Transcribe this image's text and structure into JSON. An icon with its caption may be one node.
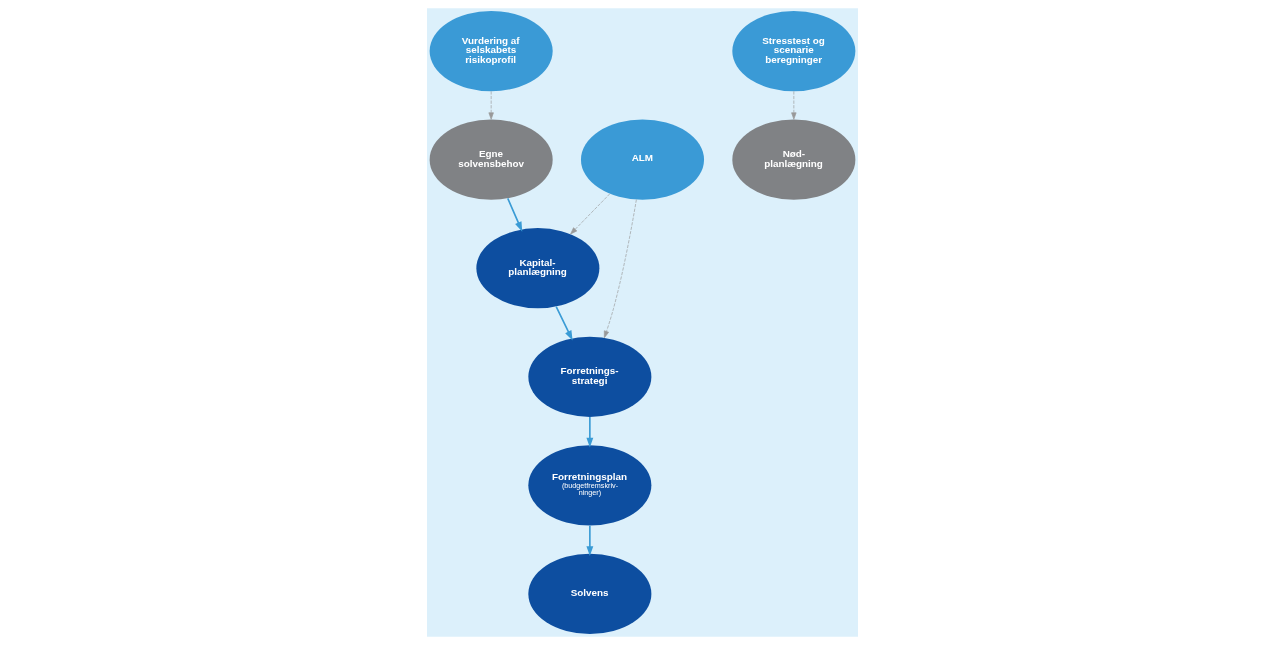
{
  "diagram": {
    "nodes": [
      {
        "text": [
          "Forretningsplan",
          "(budgetfremskriv- ninger)"
        ]
      },
      {
        "text": [
          "Forretnings- strategi"
        ]
      },
      {
        "text": [
          "Solvens"
        ]
      },
      {
        "text": [
          "Egne solvensbehov"
        ]
      },
      {
        "text": [
          "Vurdering af selskabets risikoprofil"
        ]
      },
      {
        "text": [
          "Kapital- planlægning"
        ]
      },
      {
        "text": [
          "Nød- planlægning"
        ]
      },
      {
        "text": [
          "ALM"
        ]
      },
      {
        "text": [
          "Stresstest og scenarie beregninger"
        ]
      }
    ],
    "edges": [
      {
        "from": 1,
        "to": 0,
        "arrow": "to"
      },
      {
        "from": 0,
        "to": 2,
        "arrow": "to"
      },
      {
        "from": 4,
        "to": 3,
        "arrow": "to",
        "style": "dashed",
        "color": "#999999"
      },
      {
        "from": 3,
        "to": 5,
        "arrow": "to"
      },
      {
        "from": 5,
        "to": 1,
        "arrow": "to"
      },
      {
        "from": 7,
        "to": 1,
        "arrow": "to",
        "style": "dashed",
        "color": "#999999"
      },
      {
        "from": 7,
        "to": 5,
        "arrow": "to",
        "style": "dashed",
        "color": "#999999"
      },
      {
        "from": 8,
        "to": 6,
        "arrow": "to",
        "style": "dashed",
        "color": "#999999"
      }
    ]
  }
}
